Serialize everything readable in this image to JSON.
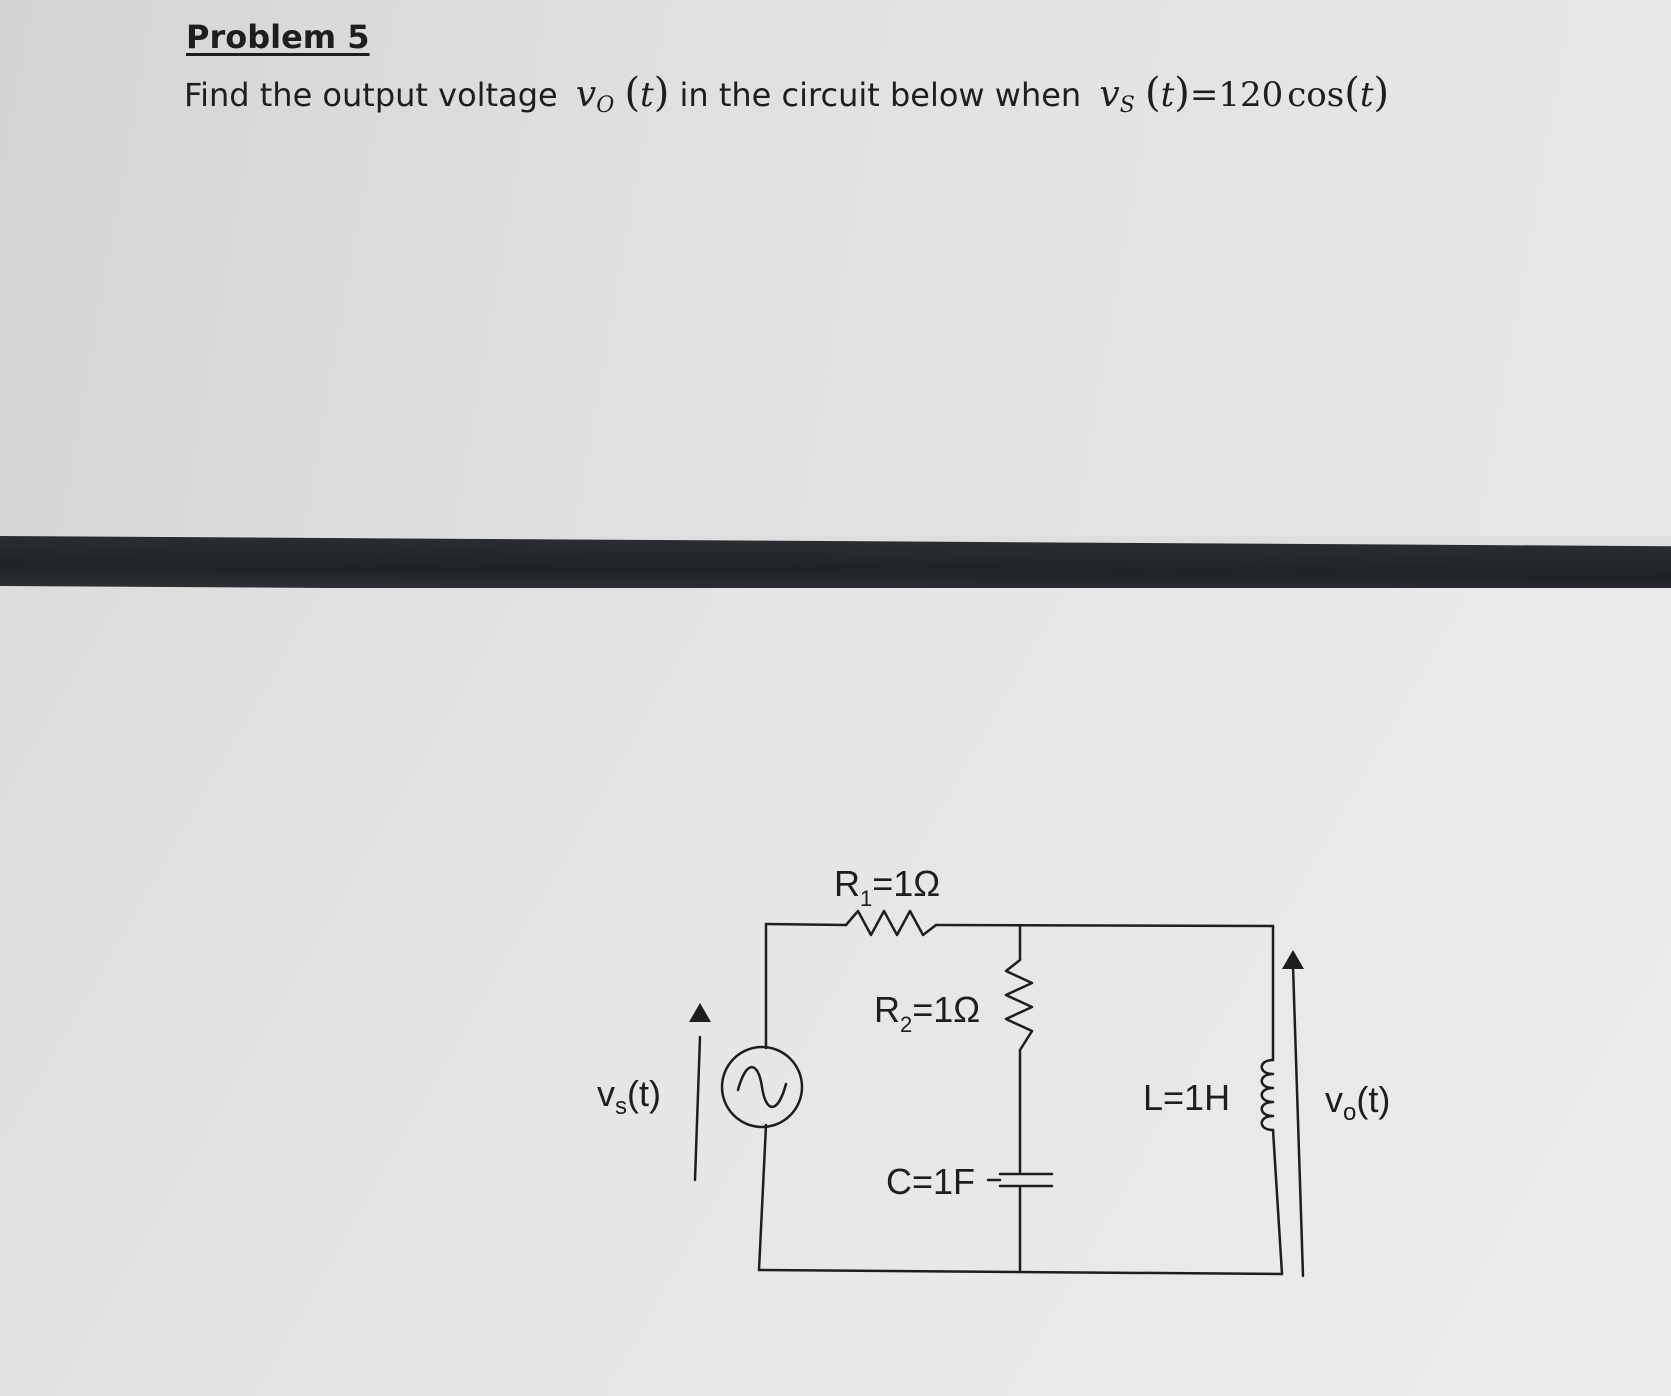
{
  "problem": {
    "title": "Problem 5",
    "statement_prefix": "Find the output voltage ",
    "output_symbol": "v",
    "output_subscript": "O",
    "output_arg": "t",
    "statement_middle": " in the circuit below when ",
    "source_symbol": "v",
    "source_subscript": "S",
    "source_arg": "t",
    "equals": "=",
    "amplitude": "120",
    "function": "cos",
    "function_arg": "t"
  },
  "circuit": {
    "r1_label_main": "R",
    "r1_label_sub": "1",
    "r1_label_value": "=1Ω",
    "r2_label_main": "R",
    "r2_label_sub": "2",
    "r2_label_value": "=1Ω",
    "capacitor_label": "C=1F",
    "inductor_label": "L=1H",
    "source_label_main": "v",
    "source_label_sub": "s",
    "source_label_arg": "(t)",
    "output_label_main": "v",
    "output_label_sub": "o",
    "output_label_arg": "(t)"
  },
  "icons": {
    "source_symbol": "ac-source-icon",
    "arrow": "up-arrow-icon"
  }
}
